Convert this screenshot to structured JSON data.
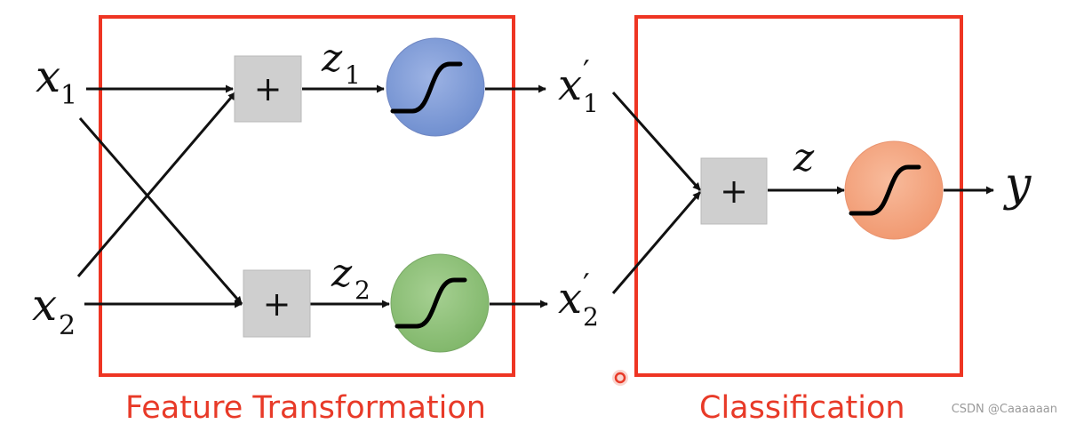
{
  "panels": {
    "feature_transformation": "Feature Transformation",
    "classification": "Classification"
  },
  "inputs": {
    "x1": {
      "base": "x",
      "sub": "1"
    },
    "x2": {
      "base": "x",
      "sub": "2"
    }
  },
  "hidden": {
    "z1": {
      "base": "z",
      "sub": "1"
    },
    "z2": {
      "base": "z",
      "sub": "2"
    }
  },
  "transformed": {
    "x1_prime": {
      "base": "x",
      "prime": "′",
      "sub": "1"
    },
    "x2_prime": {
      "base": "x",
      "prime": "′",
      "sub": "2"
    }
  },
  "output": {
    "z": "z",
    "y": "y"
  },
  "sum_symbol": "+",
  "watermark": "CSDN @Caaaaaan",
  "colors": {
    "panel_border": "#ee3523",
    "caption_text": "#e83a28",
    "neuron_top": "#7f9bd6",
    "neuron_bottom": "#8fc07a",
    "neuron_output": "#f4a27c",
    "sum_box": "#cfcfcf",
    "marker": "#e83a28"
  },
  "icons": {
    "sigmoid": "sigmoid-curve-icon",
    "sum": "plus-box-icon",
    "arrow": "arrowhead"
  }
}
